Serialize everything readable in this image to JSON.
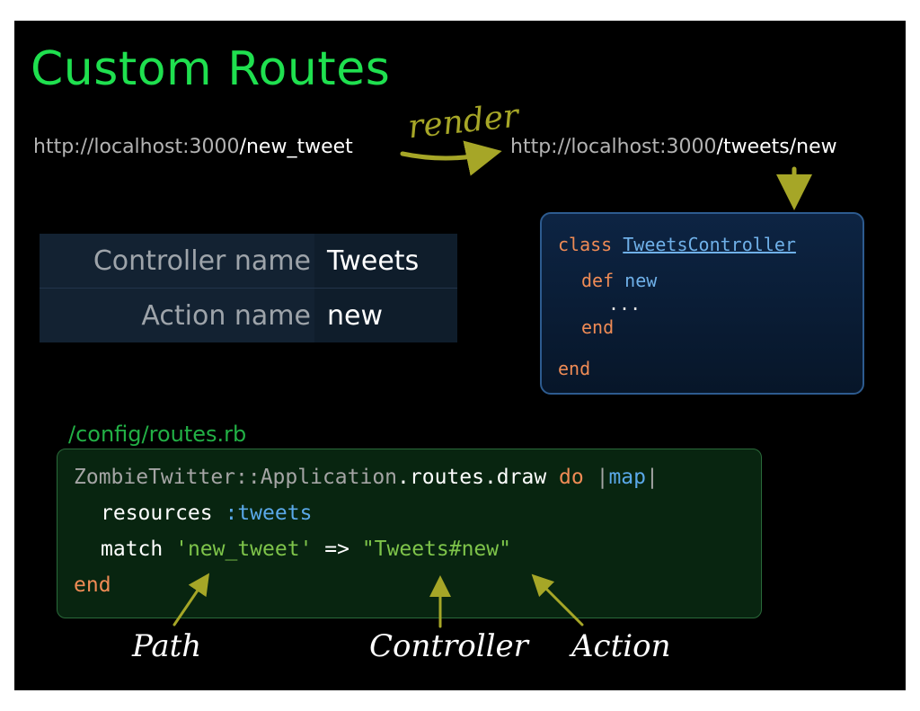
{
  "title": "Custom Routes",
  "urls": {
    "source_host": "http://localhost:3000",
    "source_path": "/new_tweet",
    "target_host": "http://localhost:3000",
    "target_path": "/tweets/new",
    "arrow_label": "render"
  },
  "name_table": [
    {
      "label": "Controller name",
      "value": "Tweets"
    },
    {
      "label": "Action name",
      "value": "new"
    }
  ],
  "controller_code": {
    "class_kw": "class",
    "class_name": "TweetsController",
    "def_kw": "def",
    "method_name": "new",
    "ellipsis": "...",
    "end1": "end",
    "end2": "end"
  },
  "routes_file": "/config/routes.rb",
  "routes_code": {
    "line1_obj": "ZombieTwitter::Application",
    "line1_call": ".routes.draw ",
    "line1_do": "do",
    "line1_pipe1": " |",
    "line1_map": "map",
    "line1_pipe2": "|",
    "line2_cmd": "resources ",
    "line2_sym": ":tweets",
    "line3_cmd": "match ",
    "line3_path": "'new_tweet'",
    "line3_arrow": " => ",
    "line3_target": "\"Tweets#new\"",
    "line4_end": "end"
  },
  "annotations": {
    "path": "Path",
    "controller": "Controller",
    "action": "Action"
  },
  "colors": {
    "title": "#1fe04f",
    "annotation_arrow": "#a6a627",
    "keyword": "#ef8b55",
    "identifier": "#5aa8e8",
    "string": "#7ec44a"
  }
}
